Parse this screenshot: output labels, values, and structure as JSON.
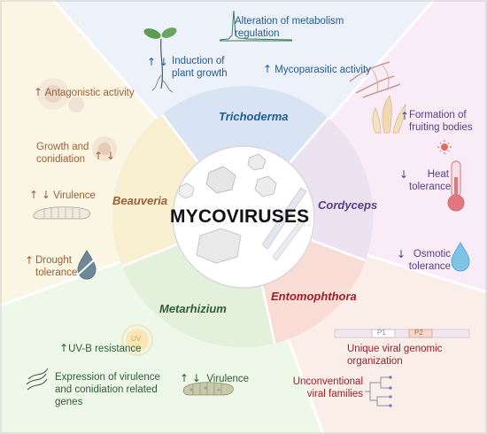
{
  "center": {
    "title": "MYCOVIRUSES"
  },
  "colors": {
    "trichoderma": "#1f5b97",
    "cordyceps": "#5a3c83",
    "entomophthora": "#9a2027",
    "metarhizium": "#2f5b34",
    "beauveria": "#9a5f34"
  },
  "icons": [
    "seedling-icon",
    "peak-chart-icon",
    "hyphae-icon",
    "fruiting-body-icon",
    "thermometer-icon",
    "sun-icon",
    "water-drop-icon",
    "genome-bar-icon",
    "phylogeny-tree-icon",
    "larva-icon",
    "uv-icon",
    "dna-strand-icon",
    "fungal-spore-icon",
    "virus-particle-icon"
  ],
  "genera": {
    "trichoderma": {
      "name": "Trichoderma",
      "effects": {
        "metabolism": "Alteration of metabolism regulation",
        "growth_arrows": "↑ ↓",
        "growth": "Induction of plant growth",
        "mycoparasitic_arrow": "↑",
        "mycoparasitic": "Mycoparasitic activity"
      }
    },
    "cordyceps": {
      "name": "Cordyceps",
      "effects": {
        "fruiting_arrow": "↑",
        "fruiting": "Formation of fruiting bodies",
        "heat_arrow": "↓",
        "heat": "Heat tolerance",
        "osmotic_arrow": "↓",
        "osmotic": "Osmotic tolerance"
      }
    },
    "entomophthora": {
      "name": "Entomophthora",
      "effects": {
        "p1": "P1",
        "p2": "P2",
        "genome": "Unique viral genomic organization",
        "families": "Unconventional viral families"
      }
    },
    "metarhizium": {
      "name": "Metarhizium",
      "effects": {
        "uvb_arrow": "↑",
        "uvb": "UV-B resistance",
        "uv_icon_text": "UV",
        "expression": "Expression of virulence and conidiation related genes",
        "virulence_arrows": "↑ ↓",
        "virulence": "Virulence"
      }
    },
    "beauveria": {
      "name": "Beauveria",
      "effects": {
        "antagonistic_arrow": "↑",
        "antagonistic": "Antagonistic activity",
        "growth": "Growth and conidiation",
        "growth_arrows": "↑ ↓",
        "virulence_arrows": "↑ ↓",
        "virulence": "Virulence",
        "drought_arrow": "↑",
        "drought": "Drought tolerance"
      }
    }
  }
}
